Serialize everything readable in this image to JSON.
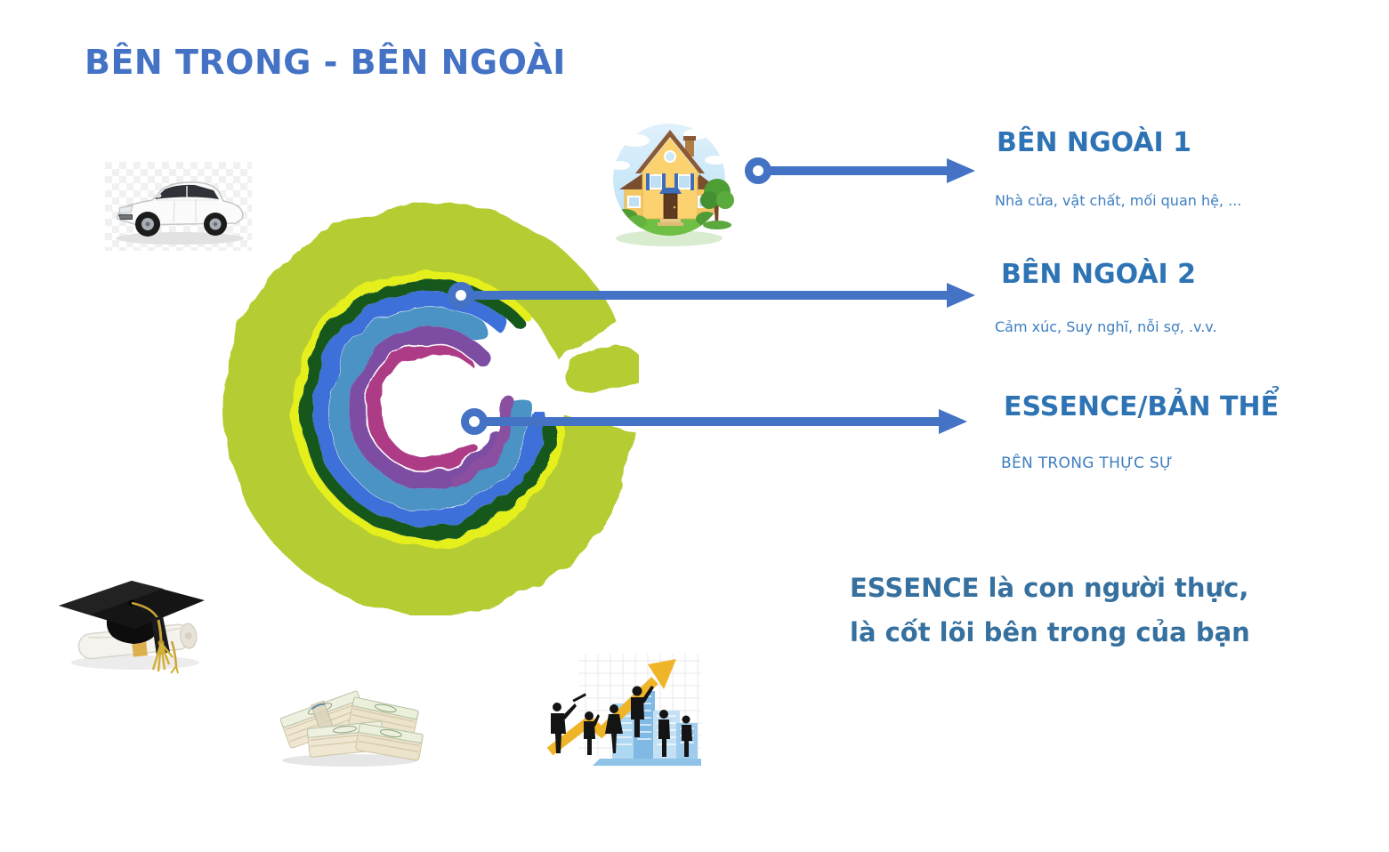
{
  "slide": {
    "title": "BÊN TRONG - BÊN NGOÀI",
    "callouts": [
      {
        "heading": "BÊN NGOÀI 1",
        "subtitle": "Nhà cửa, vật chất, mối quan hệ, ..."
      },
      {
        "heading": "BÊN NGOÀI 2",
        "subtitle": "Cảm xúc, Suy nghĩ, nỗi sợ, .v.v."
      },
      {
        "heading": "ESSENCE/BẢN THỂ",
        "subtitle": "BÊN TRONG THỰC SỰ"
      }
    ],
    "note_line1": "ESSENCE là con người thực,",
    "note_line2": "là cốt lõi bên trong của bạn"
  },
  "images": {
    "car": "white-sedan-car",
    "house": "cartoon-house",
    "graduation": "graduation-cap-and-diploma",
    "money": "stacks-of-dollar-bills",
    "business": "business-growth-silhouettes",
    "spiral": "painted-spiral-layers"
  },
  "colors": {
    "title_blue": "#4472C4",
    "heading_blue": "#2E74B5",
    "subtitle_blue": "#3E7EC1",
    "arrow_blue": "#4472C4",
    "spiral_outer_green": "#B5CC33",
    "spiral_yellow": "#E4EF1F",
    "spiral_dark_green": "#17581F",
    "spiral_blue": "#3E6FD8",
    "spiral_teal": "#4B93C4",
    "spiral_purple": "#7B4DA3",
    "spiral_magenta": "#AD3A86"
  }
}
